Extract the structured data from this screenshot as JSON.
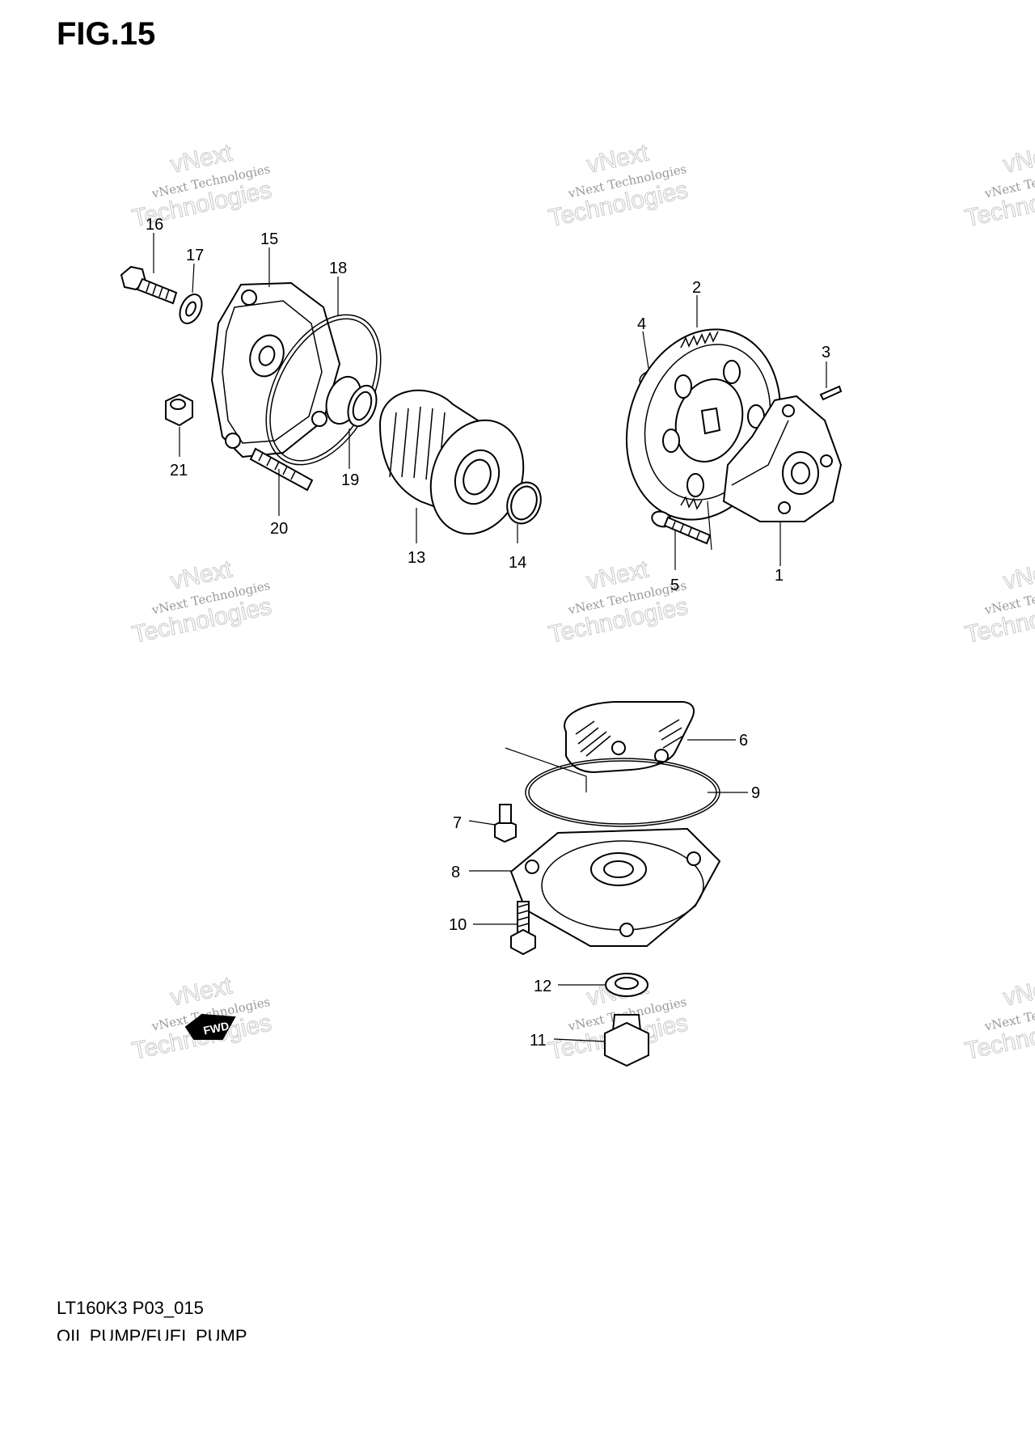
{
  "figure": {
    "title": "FIG.15",
    "code": "LT160K3 P03_015",
    "name": "OIL PUMP/FUEL PUMP"
  },
  "watermark": {
    "line1": "vNext",
    "line2": "vNext Technologies",
    "line3": "Technologies"
  },
  "fwd_label": "FWD",
  "callouts": {
    "c1": "1",
    "c2": "2",
    "c3": "3",
    "c4": "4",
    "c5": "5",
    "c6": "6",
    "c7": "7",
    "c8": "8",
    "c9": "9",
    "c10": "10",
    "c11": "11",
    "c12": "12",
    "c13": "13",
    "c14": "14",
    "c15": "15",
    "c16": "16",
    "c17": "17",
    "c18": "18",
    "c19": "19",
    "c20": "20",
    "c21": "21"
  }
}
